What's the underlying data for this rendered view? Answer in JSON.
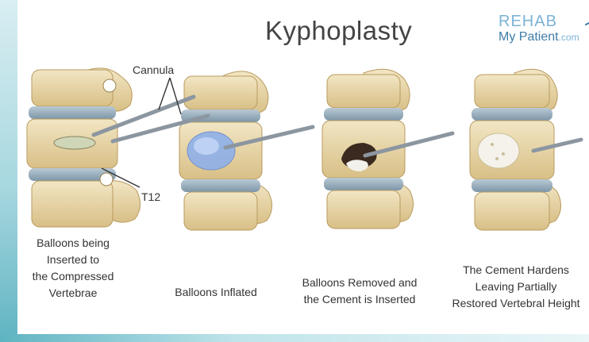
{
  "title": "Kyphoplasty",
  "logo": {
    "top_text": "REHAB",
    "bottom_text": "My Patient",
    "suffix": ".com"
  },
  "callouts": {
    "cannula": "Cannula",
    "vertebra": "T12"
  },
  "steps": [
    {
      "lines": [
        "Balloons being",
        "Inserted to",
        "the Compressed",
        "Vertebrae"
      ]
    },
    {
      "lines": [
        "Balloons Inflated"
      ]
    },
    {
      "lines": [
        "Balloons Removed and",
        "the Cement is Inserted"
      ]
    },
    {
      "lines": [
        "The Cement Hardens",
        "Leaving Partially",
        "Restored Vertebral Height"
      ]
    }
  ],
  "colors": {
    "bone": "#e8d7a8",
    "bone_shadow": "#c9ae73",
    "disc": "#8aa3b5",
    "balloon": "#8fb0ea",
    "cavity": "#3b2a1f",
    "cement": "#f2f1ec",
    "accent": "#5fb4c2"
  }
}
